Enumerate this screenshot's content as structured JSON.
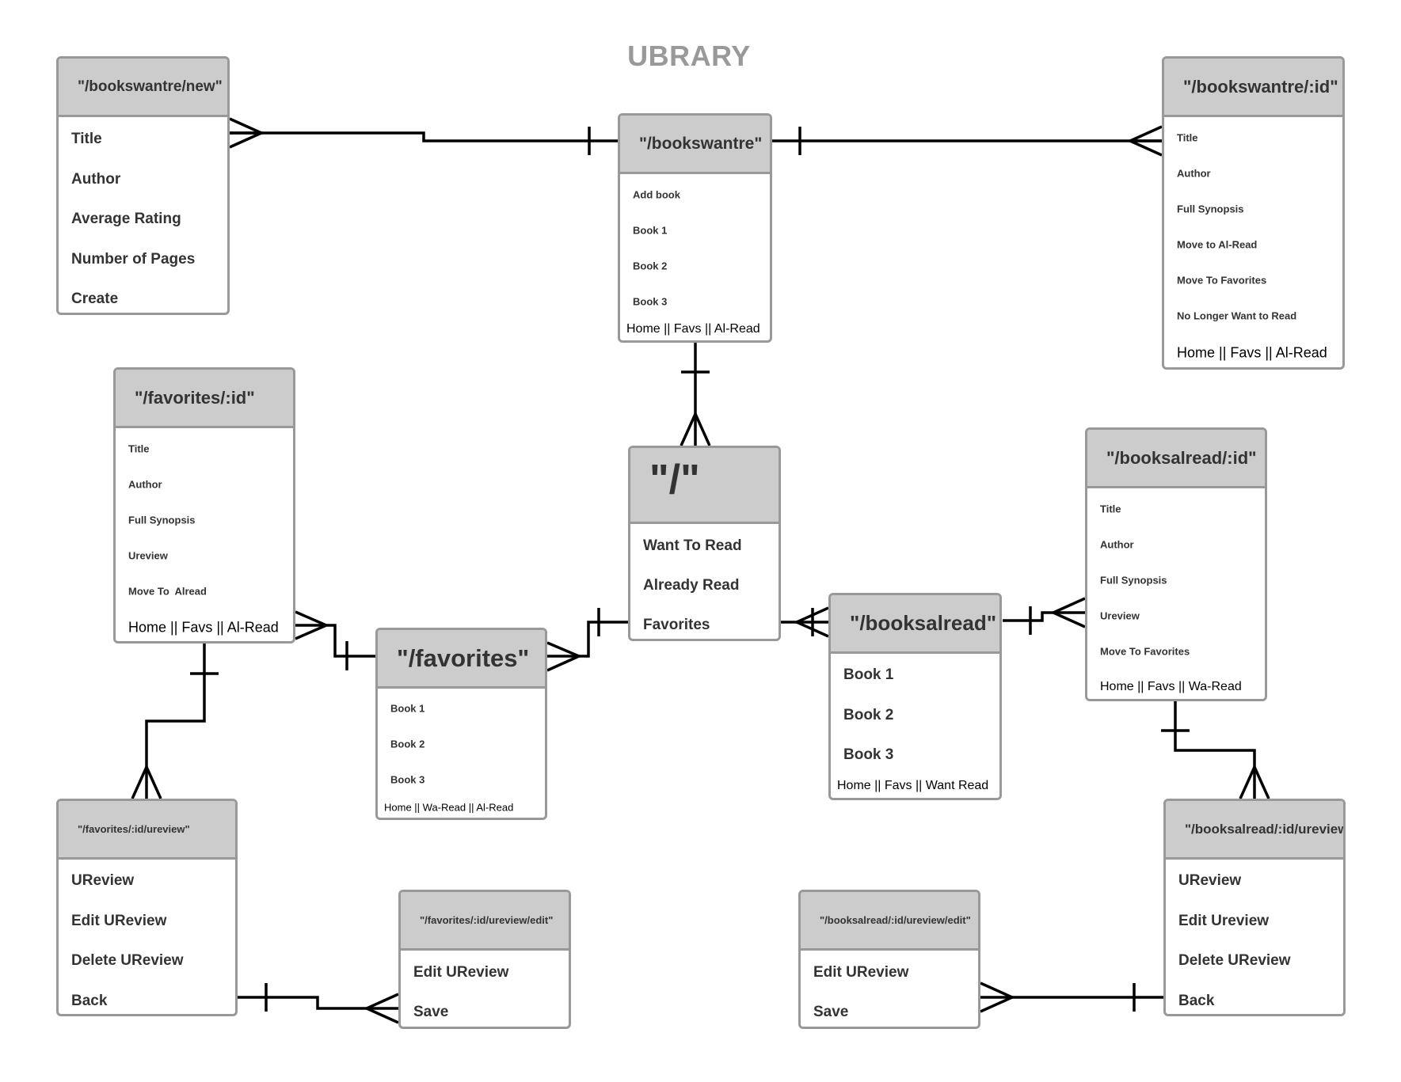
{
  "title": "UBRARY",
  "colors": {
    "entity_border": "#999999",
    "entity_header": "#cccccc",
    "line": "#000000",
    "title": "#999999"
  },
  "entities": [
    {
      "id": "bookswantre-new",
      "header": "\"/bookswantre/new\"",
      "rows": [
        "Title",
        "Author",
        "Average Rating",
        "Number of Pages",
        "Create"
      ]
    },
    {
      "id": "bookswantre",
      "header": "\"/bookswantre\"",
      "rows": [
        "Add book",
        "Book 1",
        "Book 2",
        "Book 3"
      ],
      "footer": "Home || Favs || Al-Read"
    },
    {
      "id": "bookswantre-id",
      "header": "\"/bookswantre/:id\"",
      "rows": [
        "Title",
        "Author",
        "Full Synopsis",
        "Move to Al-Read",
        "Move To Favorites",
        "No Longer Want to Read"
      ],
      "footer": "Home || Favs || Al-Read"
    },
    {
      "id": "favorites-id",
      "header": "\"/favorites/:id\"",
      "rows": [
        "Title",
        "Author",
        "Full Synopsis",
        "Ureview",
        "Move To  Alread"
      ],
      "footer": "Home || Favs || Al-Read"
    },
    {
      "id": "root",
      "header": "\"/\"",
      "rows": [
        "Want To Read",
        "Already Read",
        "Favorites"
      ]
    },
    {
      "id": "booksalread-id",
      "header": "\"/booksalread/:id\"",
      "rows": [
        "Title",
        "Author",
        "Full Synopsis",
        "Ureview",
        "Move To Favorites"
      ],
      "footer": "Home || Favs || Wa-Read"
    },
    {
      "id": "favorites",
      "header": "\"/favorites\"",
      "rows": [
        "Book 1",
        "Book 2",
        "Book 3"
      ],
      "footer": "Home || Wa-Read || Al-Read"
    },
    {
      "id": "booksalread",
      "header": "\"/booksalread\"",
      "rows": [
        "Book 1",
        "Book 2",
        "Book 3"
      ],
      "footer": "Home || Favs || Want Read"
    },
    {
      "id": "favorites-id-ureview",
      "header": "\"/favorites/:id/ureview\"",
      "rows": [
        "UReview",
        "Edit UReview",
        "Delete UReview",
        "Back"
      ]
    },
    {
      "id": "favorites-id-ureview-edit",
      "header": "\"/favorites/:id/ureview/edit\"",
      "rows": [
        "Edit UReview",
        "Save"
      ]
    },
    {
      "id": "booksalread-id-ureview-edit",
      "header": "\"/booksalread/:id/ureview/edit\"",
      "rows": [
        "Edit UReview",
        "Save"
      ]
    },
    {
      "id": "booksalread-id-ureview",
      "header": "\"/booksalread/:id/ureview\"",
      "rows": [
        "UReview",
        "Edit Ureview",
        "Delete UReview",
        "Back"
      ]
    }
  ],
  "relationships": [
    {
      "from": "bookswantre-new",
      "from_end": "many",
      "to": "bookswantre",
      "to_end": "one"
    },
    {
      "from": "bookswantre",
      "from_end": "one",
      "to": "bookswantre-id",
      "to_end": "many"
    },
    {
      "from": "bookswantre",
      "from_end": "one",
      "to": "root",
      "to_end": "many"
    },
    {
      "from": "favorites-id",
      "from_end": "many",
      "to": "favorites",
      "to_end": "one"
    },
    {
      "from": "favorites",
      "from_end": "many",
      "to": "root",
      "to_end": "one"
    },
    {
      "from": "root",
      "from_end": "many",
      "to": "booksalread",
      "to_end": "many"
    },
    {
      "from": "booksalread",
      "from_end": "one",
      "to": "booksalread-id",
      "to_end": "many"
    },
    {
      "from": "favorites-id",
      "from_end": "one",
      "to": "favorites-id-ureview",
      "to_end": "many"
    },
    {
      "from": "favorites-id-ureview",
      "from_end": "one",
      "to": "favorites-id-ureview-edit",
      "to_end": "many"
    },
    {
      "from": "booksalread-id",
      "from_end": "one",
      "to": "booksalread-id-ureview",
      "to_end": "many"
    },
    {
      "from": "booksalread-id-ureview-edit",
      "from_end": "many",
      "to": "booksalread-id-ureview",
      "to_end": "one"
    }
  ]
}
